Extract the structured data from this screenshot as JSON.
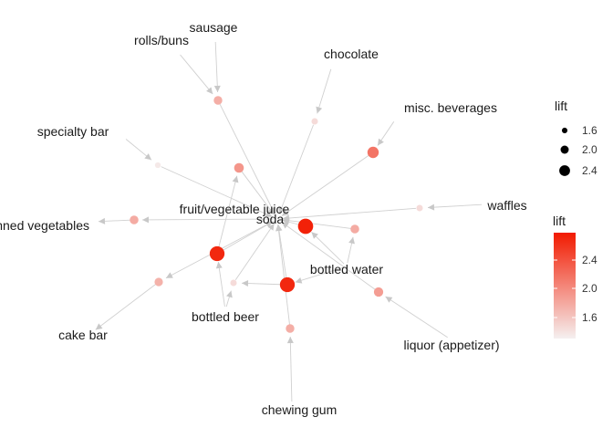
{
  "graph": {
    "items": [
      {
        "label": "sausage",
        "lift": 1.55
      },
      {
        "label": "rolls/buns",
        "lift": 1.55
      },
      {
        "label": "chocolate",
        "lift": 1.5
      },
      {
        "label": "misc. beverages",
        "lift": 1.5
      },
      {
        "label": "specialty bar",
        "lift": 1.5
      },
      {
        "label": "waffles",
        "lift": 1.5
      },
      {
        "label": "canned vegetables",
        "lift": 1.5
      },
      {
        "label": "cake bar",
        "lift": 1.5
      },
      {
        "label": "bottled beer",
        "lift": 1.5
      },
      {
        "label": "bottled water",
        "lift": 1.5
      },
      {
        "label": "liquor (appetizer)",
        "lift": 1.5
      },
      {
        "label": "chewing gum",
        "lift": 1.5
      },
      {
        "label": "fruit/vegetable juice",
        "lift": 1.5
      },
      {
        "label": "soda",
        "lift": 1.5
      }
    ],
    "rules": [
      {
        "lift": 1.78
      },
      {
        "lift": 1.45
      },
      {
        "lift": 1.35
      },
      {
        "lift": 2.2
      },
      {
        "lift": 1.95
      },
      {
        "lift": 1.8
      },
      {
        "lift": 2.8
      },
      {
        "lift": 1.8
      },
      {
        "lift": 1.75
      },
      {
        "lift": 1.9
      },
      {
        "lift": 2.75
      },
      {
        "lift": 1.45
      },
      {
        "lift": 2.75
      },
      {
        "lift": 1.78
      },
      {
        "lift": 1.45
      }
    ]
  },
  "legend": {
    "size": {
      "title": "lift",
      "ticks": [
        "1.6",
        "2.0",
        "2.4"
      ]
    },
    "color": {
      "title": "lift",
      "ticks": [
        "2.4",
        "2.0",
        "1.6"
      ],
      "low_color": "#f5f0f0",
      "high_color": "#f21a00"
    }
  },
  "colors": {
    "edge": "#d0d0d0",
    "label": "#1a1a1a"
  }
}
